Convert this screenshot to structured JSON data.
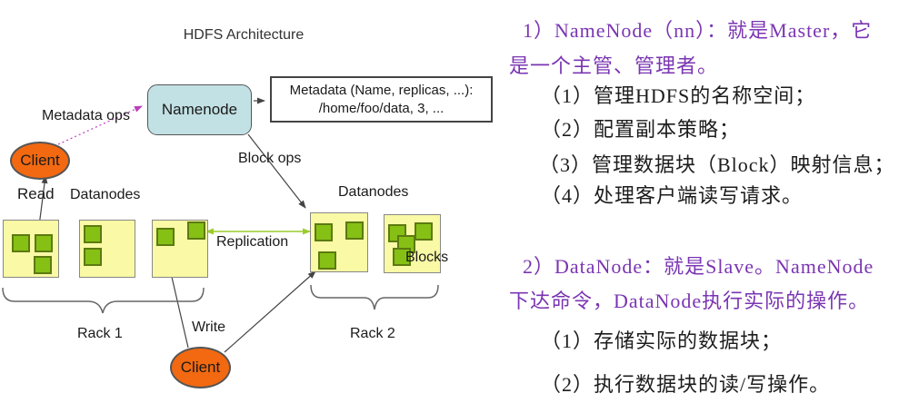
{
  "colors": {
    "purple_text": "#7a35b2",
    "black_text": "#1c1c1c",
    "namenode_fill": "#c2e1e4",
    "client_fill": "#f26911",
    "datanode_fill": "#f9f9a6",
    "block_fill": "#86c015",
    "block_border": "#5c7a10",
    "replication_arrow": "#9ccc2a",
    "metadata_ops_arrow": "#bb3fbb"
  },
  "diagram": {
    "title": "HDFS Architecture",
    "namenode_label": "Namenode",
    "metadata_line1": "Metadata (Name, replicas, ...):",
    "metadata_line2": "/home/foo/data, 3, ...",
    "labels": {
      "metadata_ops": "Metadata ops",
      "block_ops": "Block ops",
      "read": "Read",
      "write": "Write",
      "replication": "Replication",
      "datanodes_left": "Datanodes",
      "datanodes_right": "Datanodes",
      "blocks": "Blocks",
      "rack1": "Rack 1",
      "rack2": "Rack 2",
      "client_top": "Client",
      "client_bottom": "Client"
    }
  },
  "notes": {
    "lines": [
      {
        "text": "1）NameNode（nn）：就是Master，它",
        "color": "purple"
      },
      {
        "text": "是一个主管、管理者。",
        "color": "purple"
      },
      {
        "text": "（1）管理HDFS的名称空间；",
        "color": "black"
      },
      {
        "text": "（2）配置副本策略；",
        "color": "black"
      },
      {
        "text": "（3）管理数据块（Block）映射信息；",
        "color": "black"
      },
      {
        "text": "（4）处理客户端读写请求。",
        "color": "black"
      },
      {
        "text": "2）DataNode：就是Slave。NameNode",
        "color": "purple"
      },
      {
        "text": "下达命令，DataNode执行实际的操作。",
        "color": "purple"
      },
      {
        "text": "（1）存储实际的数据块；",
        "color": "black"
      },
      {
        "text": "（2）执行数据块的读/写操作。",
        "color": "black"
      }
    ]
  }
}
